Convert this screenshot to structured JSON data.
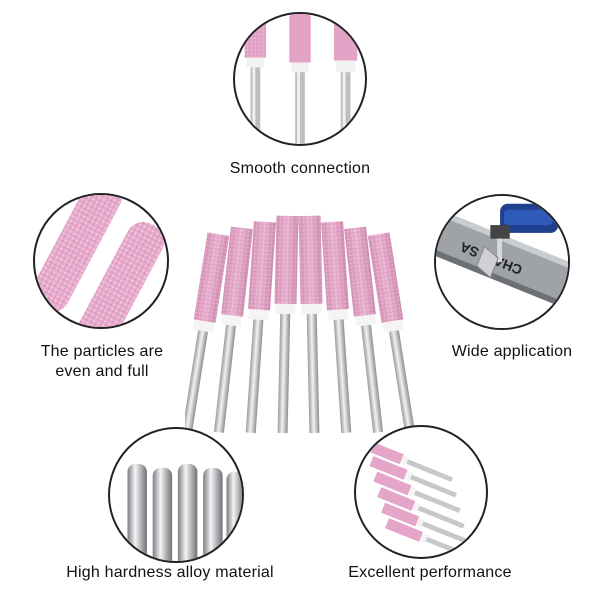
{
  "captions": {
    "top": "Smooth connection",
    "left_line1": "The particles are",
    "left_line2": "even and full",
    "right": "Wide application",
    "bottom_left": "High hardness alloy material",
    "bottom_right": "Excellent performance"
  },
  "saw_text": "CHAIN SA",
  "colors": {
    "stone_pink": "#e5a5c8",
    "stone_shadow": "#c98aae",
    "collar_white": "#f4f4f4",
    "shank_silver": "#c8c8cc",
    "outline": "#222222"
  }
}
